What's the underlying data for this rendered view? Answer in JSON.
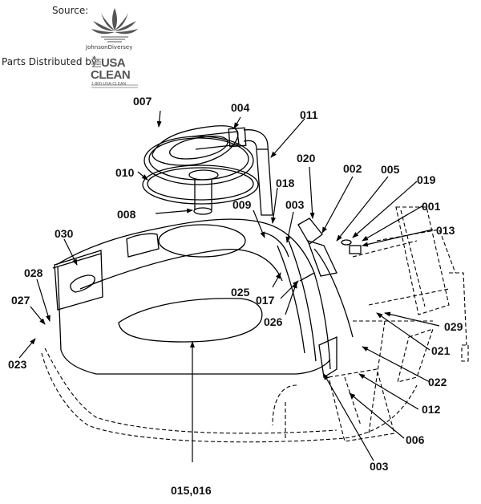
{
  "header": {
    "source_label": "Source:",
    "source_brand": "JohnsonDiversey",
    "distributed_label": "Parts Distributed by:",
    "distributor_brand_line1": "USA",
    "distributor_brand_line2": "CLEAN",
    "distributor_phone": "1-800-USA-CLEAN"
  },
  "callouts": [
    {
      "id": "004",
      "label": "004"
    },
    {
      "id": "011",
      "label": "011"
    },
    {
      "id": "007",
      "label": "007"
    },
    {
      "id": "020",
      "label": "020"
    },
    {
      "id": "002",
      "label": "002"
    },
    {
      "id": "005",
      "label": "005"
    },
    {
      "id": "019",
      "label": "019"
    },
    {
      "id": "010",
      "label": "010"
    },
    {
      "id": "018",
      "label": "018"
    },
    {
      "id": "001",
      "label": "001"
    },
    {
      "id": "009",
      "label": "009"
    },
    {
      "id": "003a",
      "label": "003"
    },
    {
      "id": "008",
      "label": "008"
    },
    {
      "id": "013",
      "label": "013"
    },
    {
      "id": "030",
      "label": "030"
    },
    {
      "id": "028",
      "label": "028"
    },
    {
      "id": "025",
      "label": "025"
    },
    {
      "id": "017",
      "label": "017"
    },
    {
      "id": "027",
      "label": "027"
    },
    {
      "id": "026",
      "label": "026"
    },
    {
      "id": "029",
      "label": "029"
    },
    {
      "id": "023",
      "label": "023"
    },
    {
      "id": "021",
      "label": "021"
    },
    {
      "id": "022",
      "label": "022"
    },
    {
      "id": "012",
      "label": "012"
    },
    {
      "id": "006",
      "label": "006"
    },
    {
      "id": "003b",
      "label": "003"
    },
    {
      "id": "015_016",
      "label": "015,016"
    }
  ]
}
